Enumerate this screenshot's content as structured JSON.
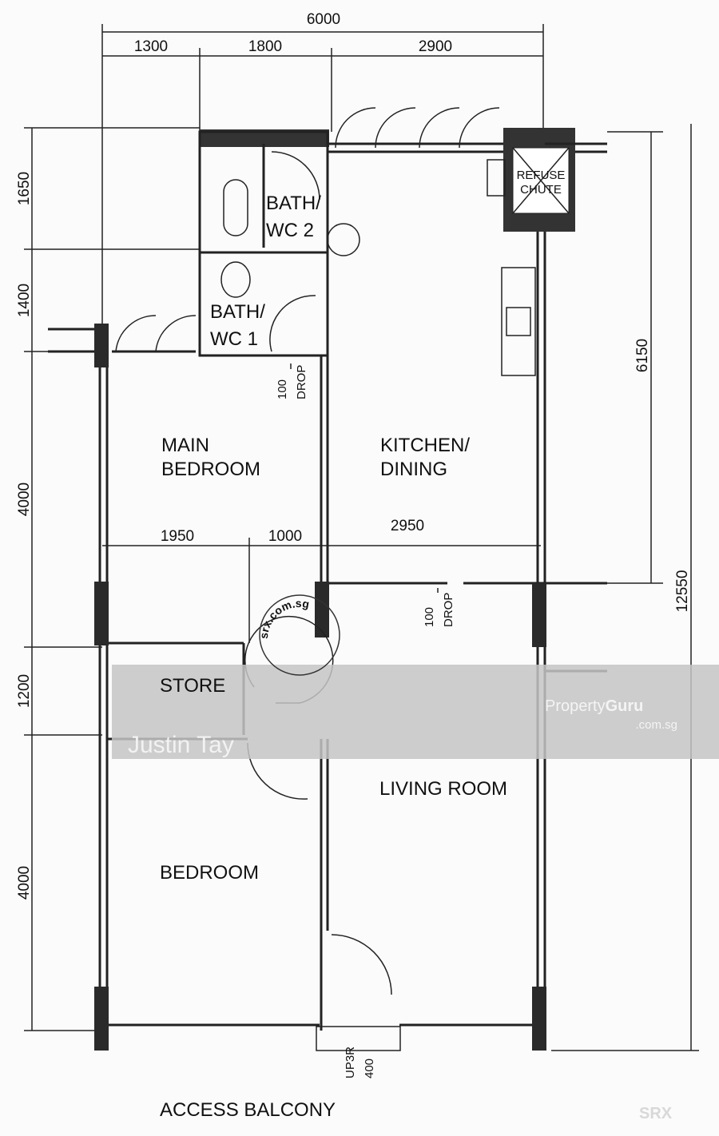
{
  "watermark": {
    "text": "SRX",
    "credit": "Justin Tay",
    "brand_prefix": "Property",
    "brand_bold": "Guru",
    "brand_domain": ".com.sg",
    "stamp": "srx.com.sg"
  },
  "dimensions": {
    "top_total": "6000",
    "top": [
      "1300",
      "1800",
      "2900"
    ],
    "left": [
      "1650",
      "1400",
      "4000",
      "1200",
      "4000"
    ],
    "right_partial": "6150",
    "right_total": "12550",
    "middle": [
      "1950",
      "1000",
      "2950"
    ]
  },
  "rooms": {
    "bath2_l1": "BATH/",
    "bath2_l2": "WC  2",
    "bath1_l1": "BATH/",
    "bath1_l2": "WC  1",
    "refuse_l1": "REFUSE",
    "refuse_l2": "CHUTE",
    "main_bedroom_l1": "MAIN",
    "main_bedroom_l2": "BEDROOM",
    "kitchen_l1": "KITCHEN/",
    "kitchen_l2": "DINING",
    "store": "STORE",
    "living": "LIVING  ROOM",
    "bedroom": "BEDROOM",
    "access_balcony": "ACCESS   BALCONY"
  },
  "notes": {
    "drop1_a": "100",
    "drop1_b": "DROP",
    "drop2_a": "100",
    "drop2_b": "DROP",
    "up_a": "UP3R",
    "up_b": "400"
  },
  "colors": {
    "band": "#c4c4c4",
    "wall": "#222222"
  }
}
